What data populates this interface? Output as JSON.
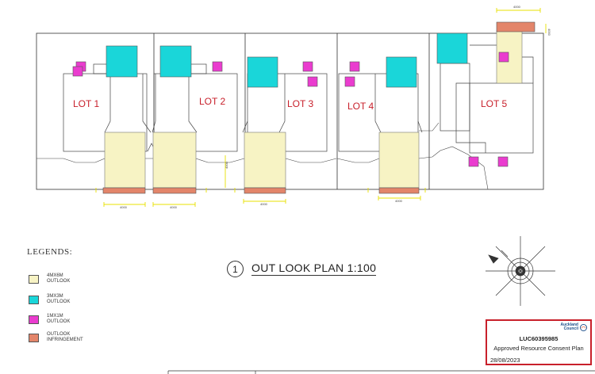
{
  "plan": {
    "lots": [
      {
        "label": "LOT 1"
      },
      {
        "label": "LOT 2"
      },
      {
        "label": "LOT 3"
      },
      {
        "label": "LOT 4"
      },
      {
        "label": "LOT 5"
      }
    ],
    "dimensions": [
      "4000",
      "4000",
      "4000",
      "4000",
      "4000",
      "4000",
      "4000"
    ]
  },
  "legend": {
    "title": "LEGENDS:",
    "items": [
      {
        "label": "4MX6M\nOUTLOOK",
        "color": "#f7f3c4"
      },
      {
        "label": "3MX3M\nOUTLOOK",
        "color": "#1ad6d9"
      },
      {
        "label": "1MX1M\nOUTLOOK",
        "color": "#ea3ccf"
      },
      {
        "label": "OUTLOOK\nINFRINGEMENT",
        "color": "#e3856a"
      }
    ]
  },
  "drawing_title": {
    "number": "1",
    "text": "OUT LOOK PLAN  1:100"
  },
  "stamp": {
    "logo_line1": "Auckland",
    "logo_line2": "Council",
    "reference": "LUC60395985",
    "label": "Approved Resource Consent Plan",
    "date": "28/08/2023"
  },
  "colors": {
    "outlook_4x6": "#f7f3c4",
    "outlook_3x3": "#1ad6d9",
    "outlook_1x1": "#ea3ccf",
    "infringement": "#e3856a",
    "lot_label": "#c8202b",
    "dimension_line": "#e8e000",
    "stamp_border": "#c8202b"
  }
}
